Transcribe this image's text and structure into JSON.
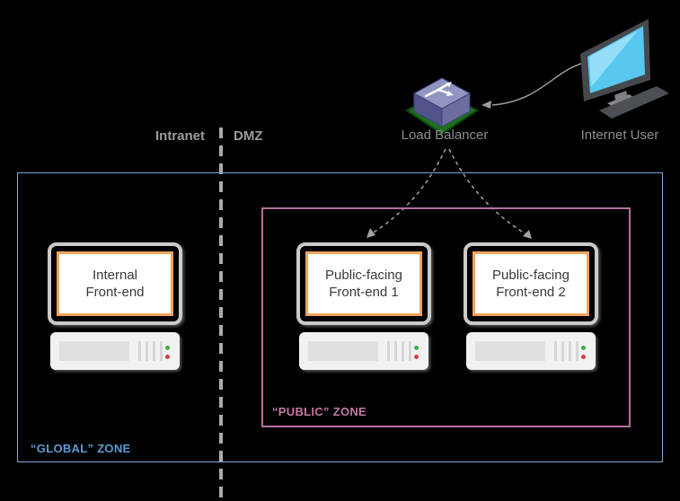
{
  "boundary": {
    "left_label": "Intranet",
    "right_label": "DMZ"
  },
  "nodes": {
    "load_balancer": {
      "label": "Load Balancer"
    },
    "internet_user": {
      "label": "Internet User"
    },
    "internal_frontend": {
      "line1": "Internal",
      "line2": "Front-end"
    },
    "public_frontend_1": {
      "line1": "Public-facing",
      "line2": "Front-end 1"
    },
    "public_frontend_2": {
      "line1": "Public-facing",
      "line2": "Front-end 2"
    }
  },
  "zones": {
    "global": {
      "label": "“GLOBAL” ZONE",
      "border_color": "#7da7d9",
      "label_color": "#5b9bd5"
    },
    "public": {
      "label": "“PUBLIC” ZONE",
      "border_color": "#b3729c",
      "label_color": "#c478a4"
    }
  },
  "colors": {
    "background": "#000000",
    "connector_gray": "#a6a6a6",
    "boundary_dash_gray": "#ababab",
    "monitor_frame_gray": "#cbcbcb",
    "screen_border_orange": "#f0a35e",
    "screen_text": "#3a3a3a",
    "led_green": "#3fae49",
    "led_red": "#d6403c",
    "lb_top_face": "#9095c2",
    "lb_left_face": "#50548a",
    "lb_right_face": "#6a6f9f",
    "lb_base_green": "#1e6f1e",
    "user_screen_cyan": "#58c7f0"
  }
}
